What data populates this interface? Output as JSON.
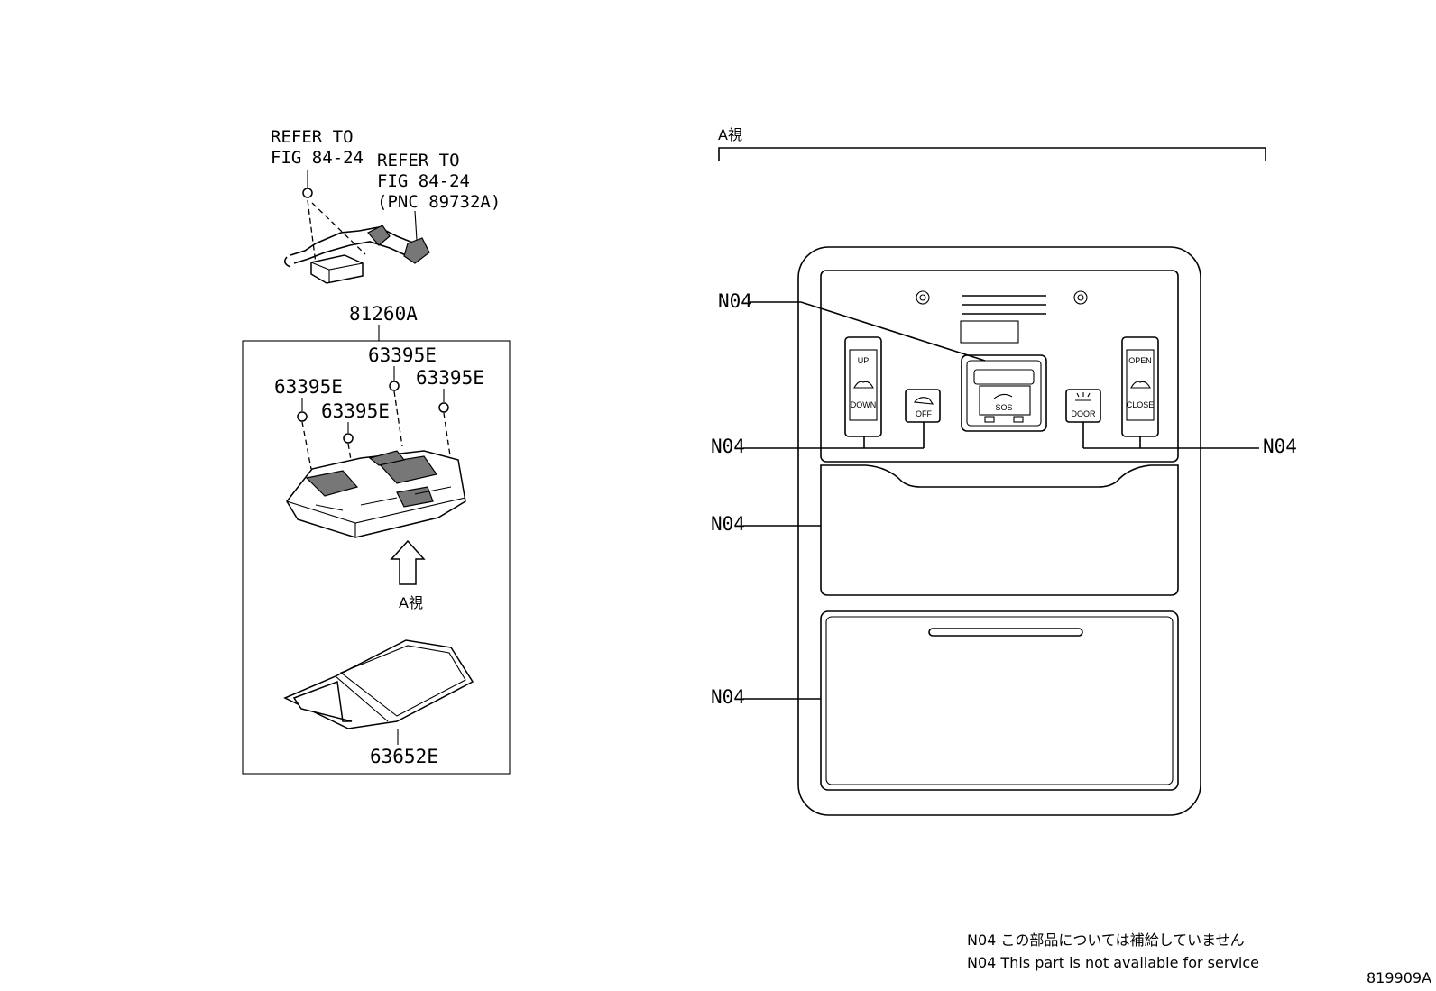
{
  "left": {
    "refer1": [
      "REFER TO",
      "FIG 84-24"
    ],
    "refer2": [
      "REFER TO",
      "FIG 84-24",
      "(PNC 89732A)"
    ],
    "assembly_part": "81260A",
    "screw_part": "63395E",
    "lens_part": "63652E",
    "view_arrow_label": "A視"
  },
  "right": {
    "view_title": "A視",
    "callout": "N04",
    "buttons": {
      "up": "UP",
      "down": "DOWN",
      "off": "OFF",
      "sos": "SOS",
      "door": "DOOR",
      "open": "OPEN",
      "close": "CLOSE"
    }
  },
  "notes": {
    "line_jp": "N04 この部品については補給していません",
    "line_en": "N04 This part is not available for service"
  },
  "figure_id": "819909A"
}
